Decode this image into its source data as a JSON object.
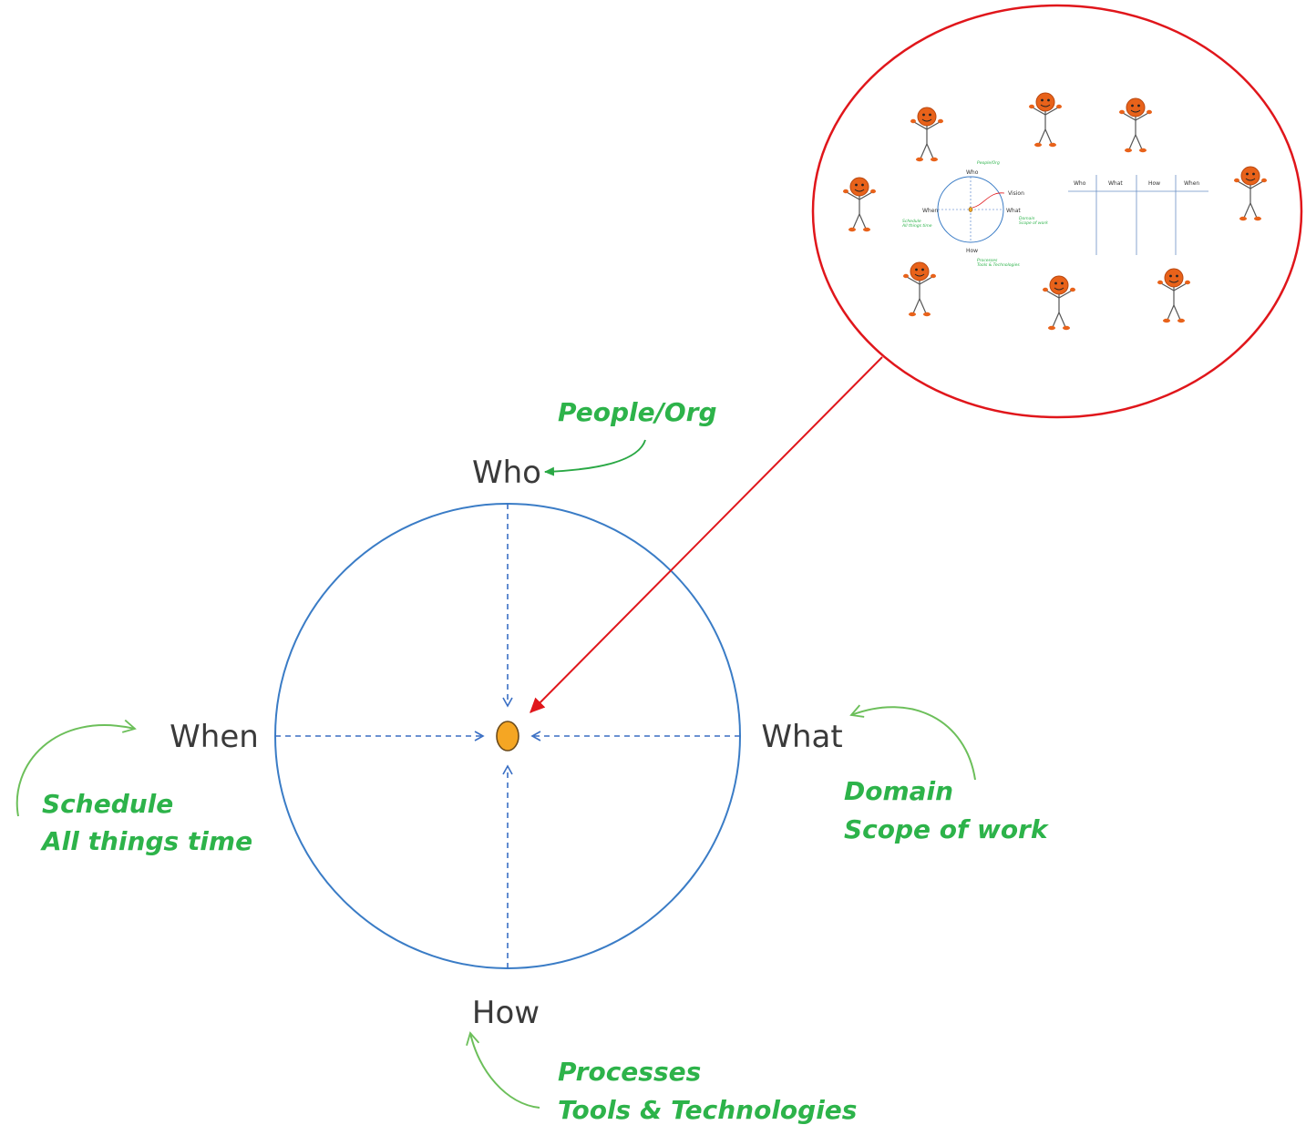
{
  "diagram": {
    "center_labels": {
      "who": "Who",
      "what": "What",
      "how": "How",
      "when": "When"
    },
    "notes": {
      "who": "People/Org",
      "what_line1": "Domain",
      "what_line2": "Scope of work",
      "how_line1": "Processes",
      "how_line2": "Tools & Technologies",
      "when_line1": "Schedule",
      "when_line2": "All things time"
    },
    "inset": {
      "mini_labels": {
        "who": "Who",
        "what": "What",
        "how": "How",
        "when": "When",
        "vision": "Vision"
      },
      "mini_notes": {
        "who": "People/Org",
        "what_line1": "Domain",
        "what_line2": "Scope of work",
        "how_line1": "Processes",
        "how_line2": "Tools & Technologies",
        "when_line1": "Schedule",
        "when_line2": "All things time"
      },
      "table_headers": [
        "Who",
        "What",
        "How",
        "When"
      ],
      "stick_figure_count": 8
    },
    "colors": {
      "circle": "#3a7cc6",
      "dashed": "#3a6fc4",
      "center_dot": "#f5a623",
      "notes": "#2db34a",
      "inset_border": "#e0161b",
      "pointer": "#e0161b",
      "figure": "#e8621a",
      "label": "#3a3a3a"
    }
  }
}
